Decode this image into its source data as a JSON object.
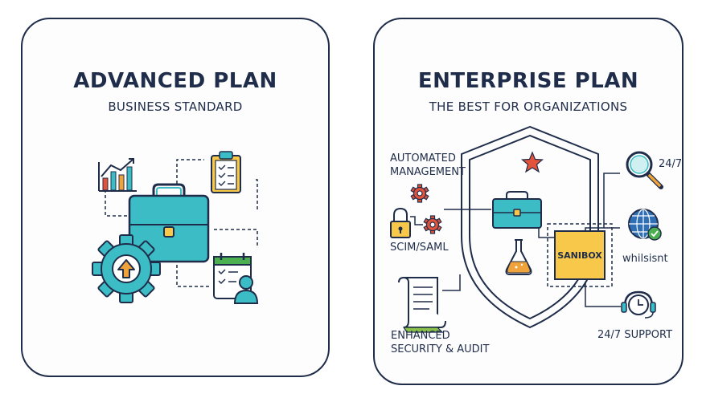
{
  "advanced": {
    "title": "ADVANCED PLAN",
    "subtitle": "BUSINESS STANDARD"
  },
  "enterprise": {
    "title": "ENTERPRISE PLAN",
    "subtitle": "THE BEST FOR ORGANIZATIONS",
    "labels": {
      "automated_line1": "AUTOMATED",
      "automated_line2": "MANAGEMENT",
      "scim": "SCIM/SAML",
      "enhanced_line1": "ENHANCED",
      "enhanced_line2": "SECURITY & AUDIT",
      "sandbox": "SANIBOX",
      "search_247": "24/7",
      "whitelist": "whilsisnt",
      "support": "24/7 SUPPORT"
    }
  },
  "colors": {
    "navy": "#1f2d4a",
    "teal": "#3cbcc4",
    "orange": "#f0a23b",
    "yellow": "#f7c84a",
    "red": "#e3533b",
    "green": "#4caf50",
    "blue": "#2f6fb5"
  },
  "icons": [
    "bar-chart-icon",
    "clipboard-icon",
    "briefcase-icon",
    "gear-upload-icon",
    "calendar-user-icon",
    "shield-icon",
    "star-icon",
    "gear-icon",
    "padlock-icon",
    "flask-icon",
    "document-scroll-icon",
    "magnifier-icon",
    "globe-check-icon",
    "headset-clock-icon"
  ]
}
